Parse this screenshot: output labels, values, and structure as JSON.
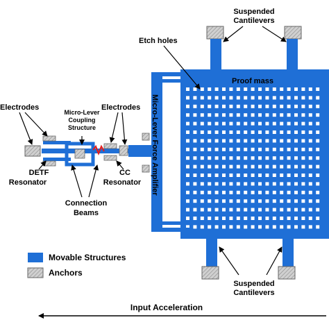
{
  "labels": {
    "suspended_top_1": "Suspended",
    "suspended_top_2": "Cantilevers",
    "etch_holes": "Etch holes",
    "proof_mass": "Proof mass",
    "electrodes_left": "Electrodes",
    "electrodes_right": "Electrodes",
    "coupling_1": "Micro-Lever",
    "coupling_2": "Coupling",
    "coupling_3": "Structure",
    "amplifier": "Micro-Lever Force Amplifier",
    "detf_1": "DETF",
    "detf_2": "Resonator",
    "cc_1": "CC",
    "cc_2": "Resonator",
    "connection_1": "Connection",
    "connection_2": "Beams",
    "suspended_bottom_1": "Suspended",
    "suspended_bottom_2": "Cantilevers",
    "input_acceleration": "Input Acceleration"
  },
  "legend": [
    {
      "label": "Movable Structures",
      "kind": "movable"
    },
    {
      "label": "Anchors",
      "kind": "anchor"
    }
  ],
  "colors": {
    "movable": "#1f6fd6",
    "anchor_fill": "#c8c8c8",
    "coupling_beam": "#e02020",
    "stroke": "#000000",
    "background": "#ffffff"
  },
  "etch_hole_grid": {
    "rows": 17,
    "cols": 19
  }
}
